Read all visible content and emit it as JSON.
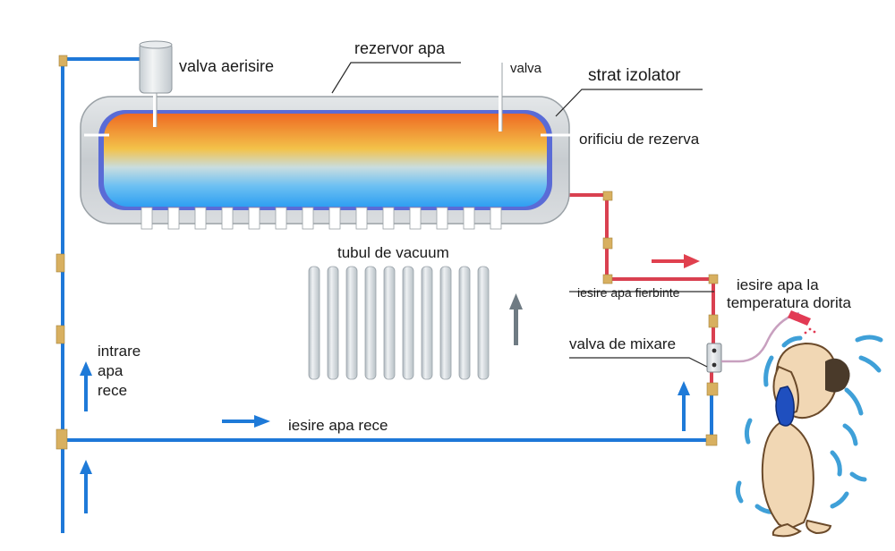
{
  "labels": {
    "air_valve": "valva aerisire",
    "water_tank": "rezervor apa",
    "valve": "valva",
    "insulation_layer": "strat izolator",
    "reserve_orifice": "orificiu de rezerva",
    "vacuum_tubes": "tubul de vacuum",
    "hot_water_outlet": "iesire apa fierbinte",
    "desired_temp_line1": "iesire apa la",
    "desired_temp_line2": "temperatura dorita",
    "mixing_valve": "valva de mixare",
    "cold_inlet_line1": "intrare",
    "cold_inlet_line2": "apa",
    "cold_inlet_line3": "rece",
    "cold_outlet": "iesire apa rece"
  },
  "colors": {
    "cold_pipe": "#1e78d8",
    "hot_pipe": "#d94050",
    "fitting": "#d8b060",
    "tank_shell": "#cfd3d6",
    "tank_hot": "#f06a1e",
    "tank_mid": "#f3c24a",
    "tank_cold": "#3aa9f3",
    "tube": "#c4ccd2",
    "arrow_hot": "#e0404e",
    "arrow_cold": "#1e7ad8",
    "arrow_gray": "#6f7b83"
  },
  "vacuum_tube_count": 10,
  "tank_pipe_stub_count": 14
}
